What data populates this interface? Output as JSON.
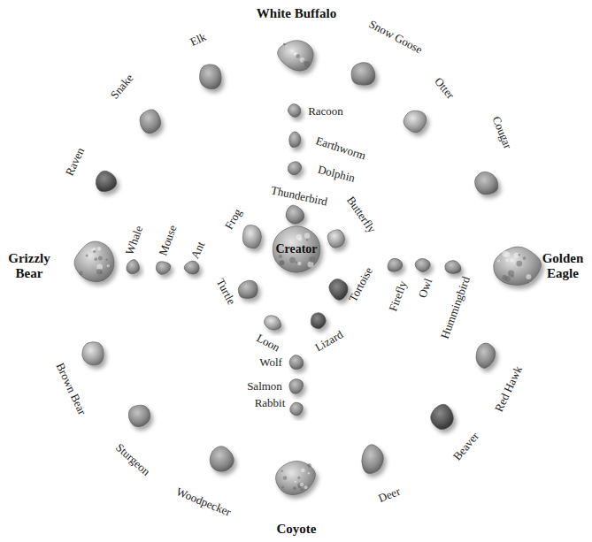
{
  "diagram": {
    "nodes": [
      {
        "text": [
          "White Buffalo"
        ]
      },
      {
        "text": [
          "Snow Goose"
        ]
      },
      {
        "text": [
          "Otter"
        ]
      },
      {
        "text": [
          "Cougar"
        ]
      },
      {
        "text": [
          "Golden Eagle"
        ]
      },
      {
        "text": [
          "Red Hawk"
        ]
      },
      {
        "text": [
          "Beaver"
        ]
      },
      {
        "text": [
          "Deer"
        ]
      },
      {
        "text": [
          "Coyote"
        ]
      },
      {
        "text": [
          "Woodpecker"
        ]
      },
      {
        "text": [
          "Sturgeon"
        ]
      },
      {
        "text": [
          "Brown Bear"
        ]
      },
      {
        "text": [
          "Grizzly Bear"
        ]
      },
      {
        "text": [
          "Raven"
        ]
      },
      {
        "text": [
          "Snake"
        ]
      },
      {
        "text": [
          "Elk"
        ]
      },
      {
        "text": [
          "Racoon"
        ]
      },
      {
        "text": [
          "Earthworm"
        ]
      },
      {
        "text": [
          "Dolphin"
        ]
      },
      {
        "text": [
          "Thunderbird"
        ]
      },
      {
        "text": [
          "Butterfly"
        ]
      },
      {
        "text": [
          "Frog"
        ]
      },
      {
        "text": [
          "Tortoise"
        ]
      },
      {
        "text": [
          "Turtle"
        ]
      },
      {
        "text": [
          "Lizard"
        ]
      },
      {
        "text": [
          "Loon"
        ]
      },
      {
        "text": [
          "Wolf"
        ]
      },
      {
        "text": [
          "Salmon"
        ]
      },
      {
        "text": [
          "Rabbit"
        ]
      },
      {
        "text": [
          "Whale"
        ]
      },
      {
        "text": [
          "Mouse"
        ]
      },
      {
        "text": [
          "Ant"
        ]
      },
      {
        "text": [
          "Firefly"
        ]
      },
      {
        "text": [
          "Owl"
        ]
      },
      {
        "text": [
          "Hummingbird"
        ]
      },
      {
        "text": [
          "Creator"
        ]
      }
    ]
  }
}
